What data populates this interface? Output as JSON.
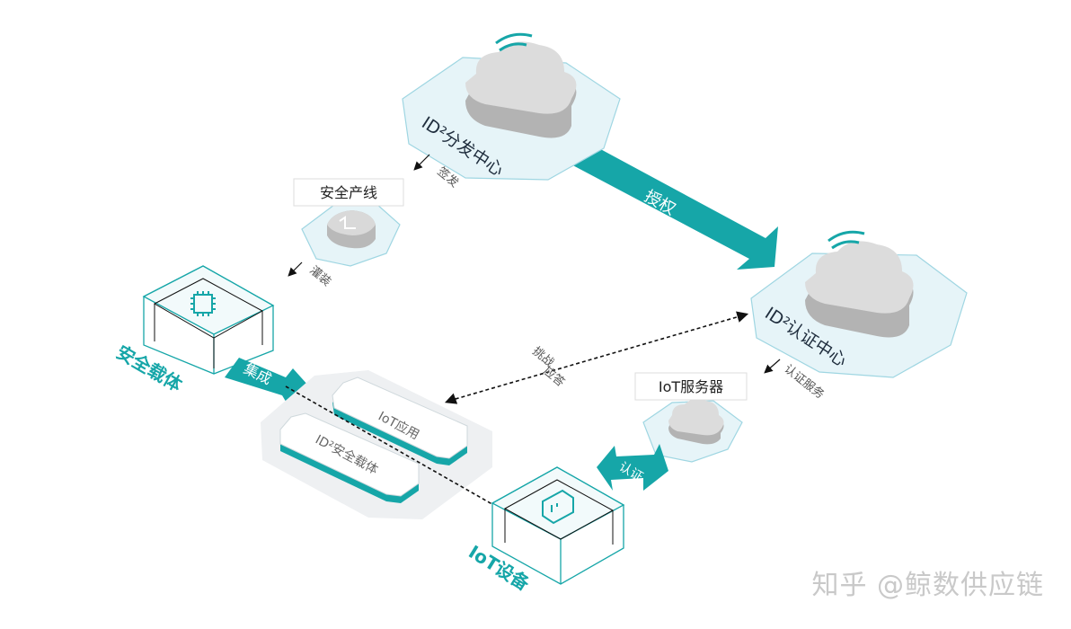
{
  "nodes": {
    "distribution_center": "ID²分发中心",
    "auth_center": "ID²认证中心",
    "production_line": "安全产线",
    "iot_server": "IoT服务器",
    "secure_carrier": "安全载体",
    "iot_device": "IoT设备",
    "iot_app_card": "IoT应用",
    "id2_carrier_card": "ID²安全载体"
  },
  "edges": {
    "sign": "签发",
    "inject": "灌装",
    "authorize": "授权",
    "integrate": "集成",
    "challenge": "挑战",
    "response": "应答",
    "auth_service": "认证服务",
    "authenticate": "认证"
  },
  "watermark": "知乎 @鲸数供应链",
  "colors": {
    "teal": "#16a6a8",
    "pad": "#e6f4f8",
    "pad_stroke": "#9fd6e2",
    "cloud_top": "#d8d8d8",
    "cloud_side": "#b3b3b3"
  }
}
